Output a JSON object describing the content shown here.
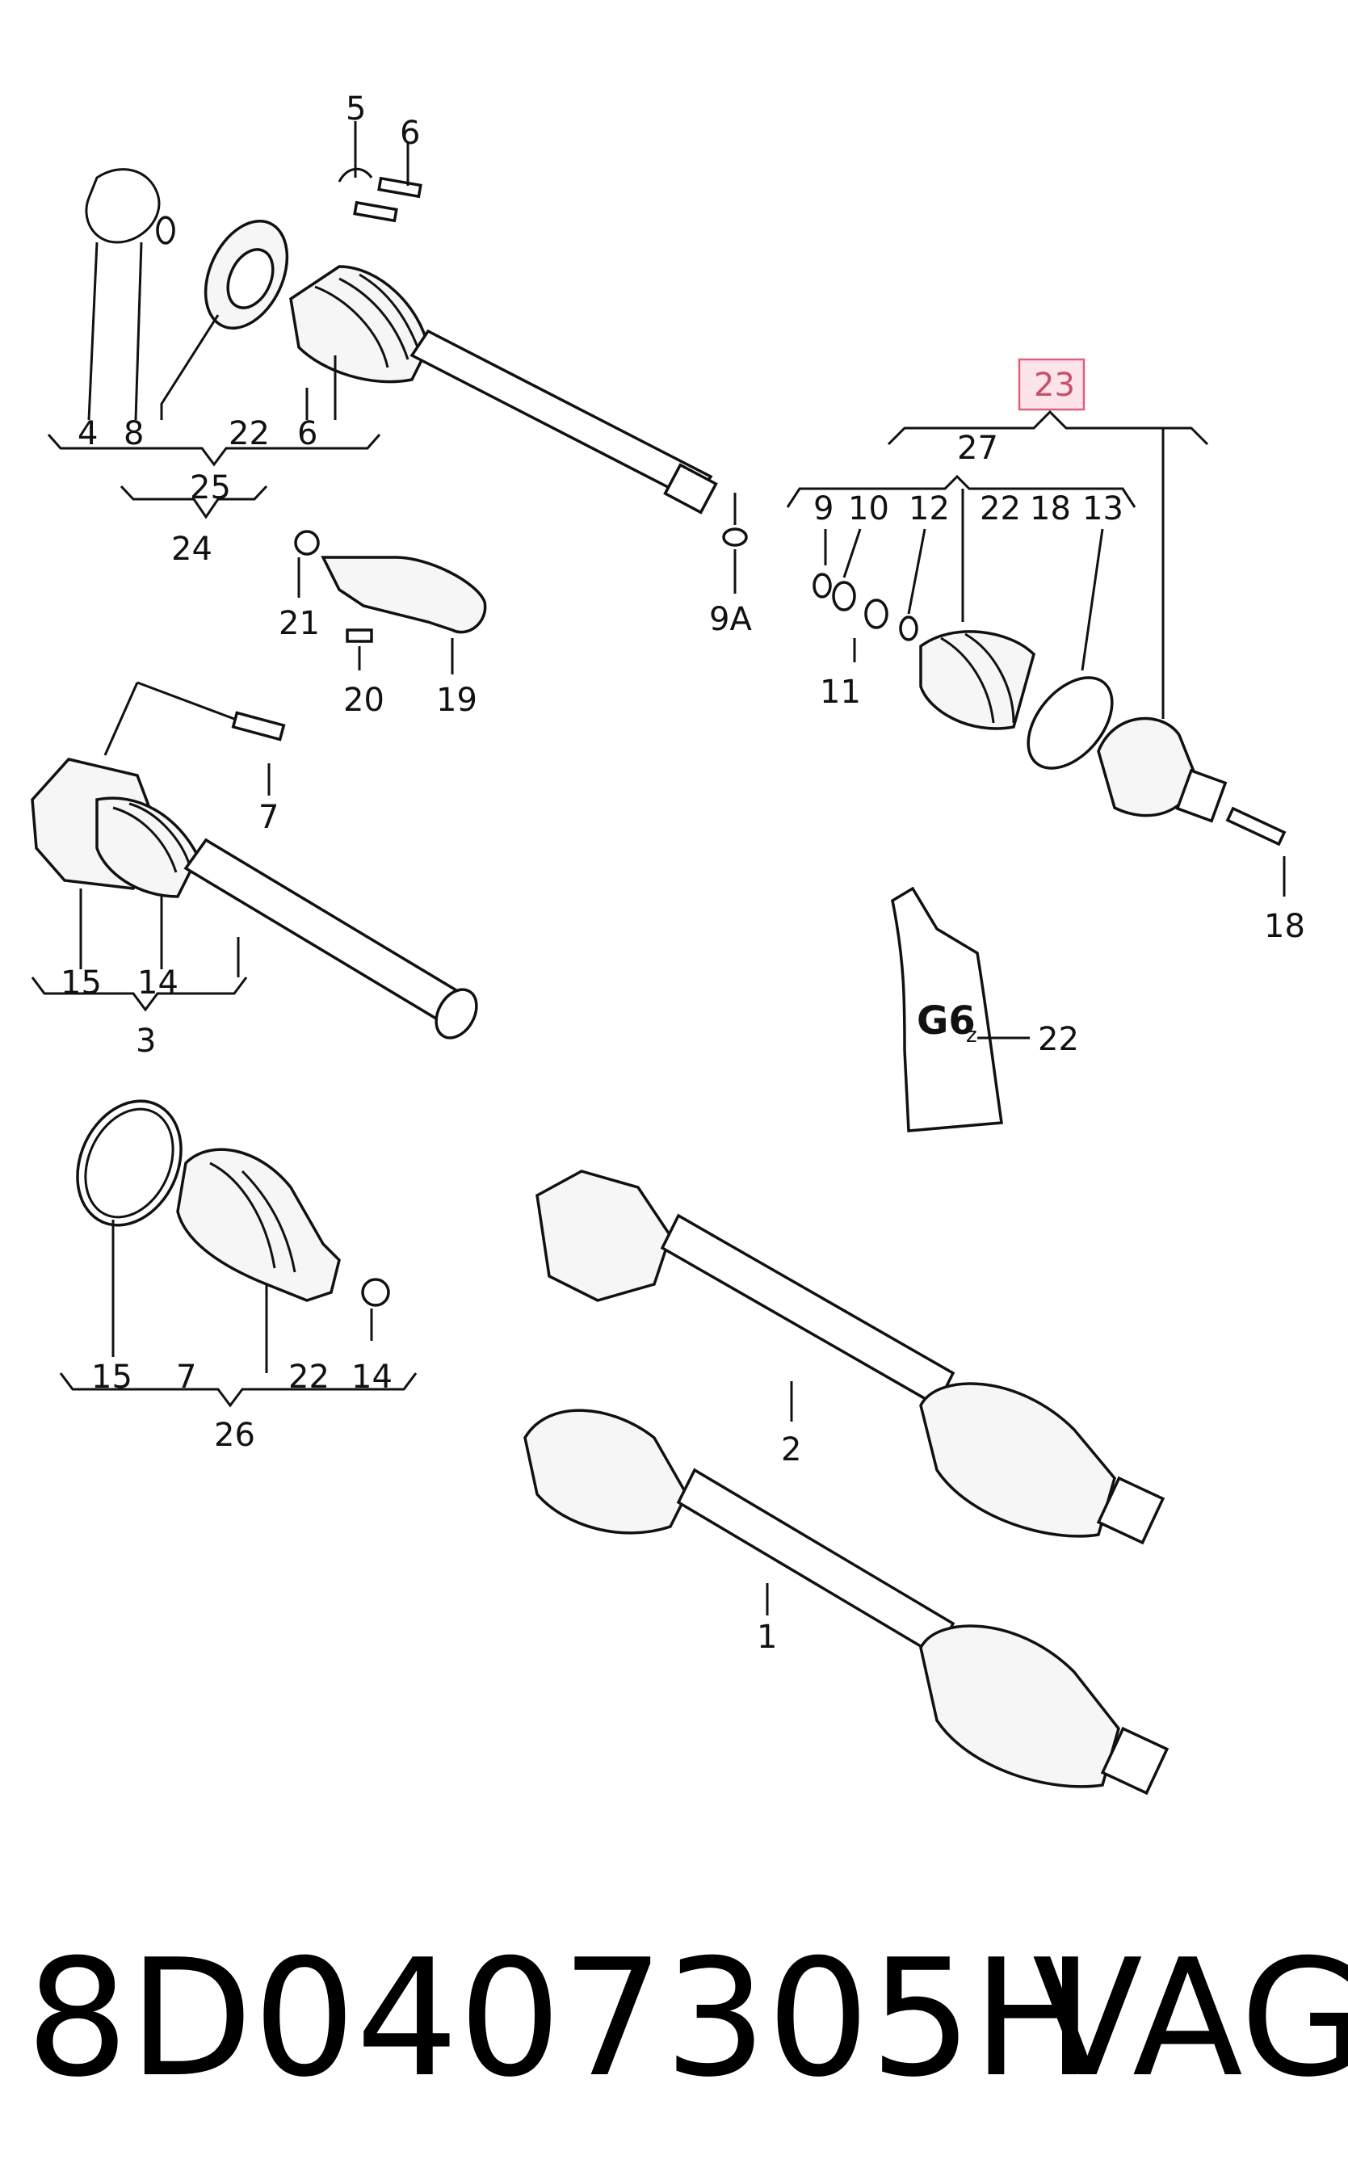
{
  "callouts": {
    "c1": "1",
    "c2": "2",
    "c3": "3",
    "c4": "4",
    "c5": "5",
    "c6a": "6",
    "c6b": "6",
    "c7a": "7",
    "c7b": "7",
    "c8": "8",
    "c9": "9",
    "c9A": "9A",
    "c10": "10",
    "c11": "11",
    "c12": "12",
    "c13": "13",
    "c14a": "14",
    "c14b": "14",
    "c15a": "15",
    "c15b": "15",
    "c18a": "18",
    "c18b": "18",
    "c19": "19",
    "c20": "20",
    "c21": "21",
    "c22a": "22",
    "c22b": "22",
    "c22c": "22",
    "c22d": "22",
    "c23": "23",
    "c24": "24",
    "c25": "25",
    "c26": "26",
    "c27": "27"
  },
  "tube_label": "G6",
  "tube_label_sub": "z",
  "highlight": {
    "label": "23",
    "color": "#e0607e"
  },
  "footer": {
    "part_number": "8D0407305H",
    "brand": "VAG"
  }
}
